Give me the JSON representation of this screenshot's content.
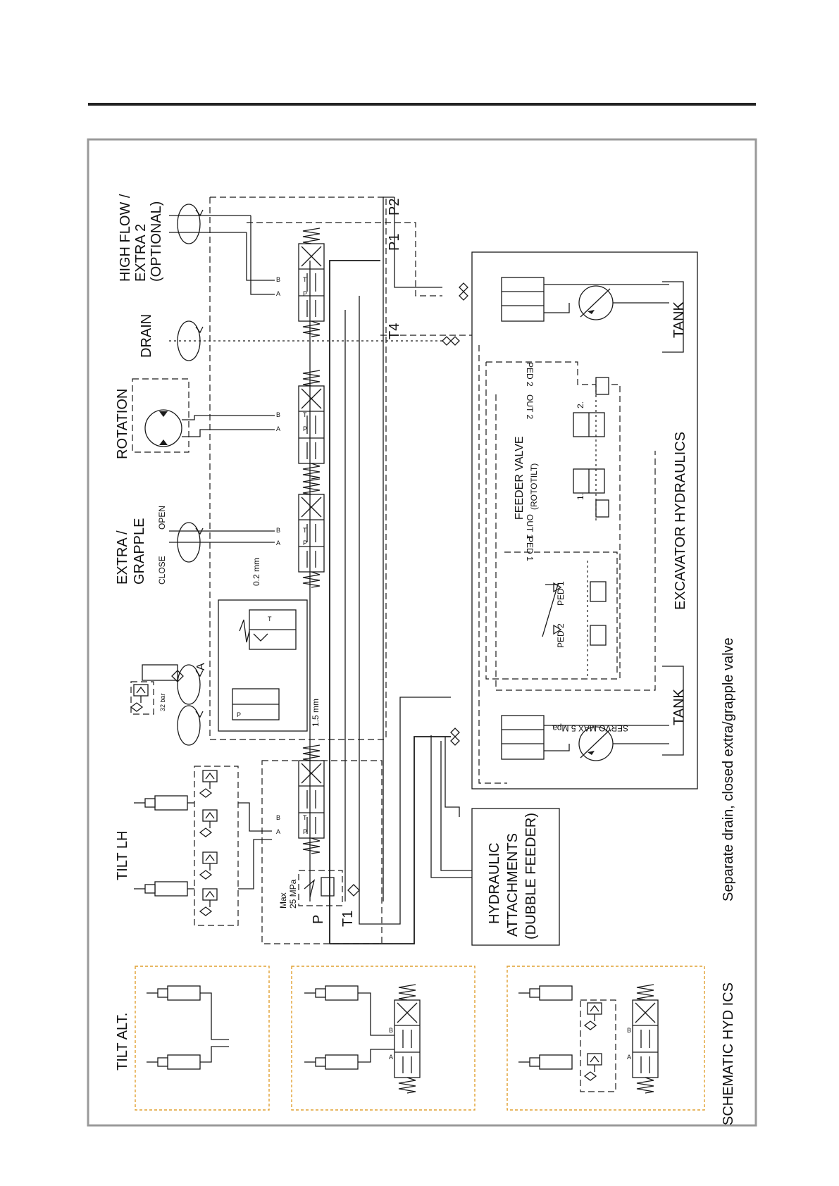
{
  "title": "SCHEMATIC HYD ICS",
  "subtitle": "Separate drain, closed extra/grapple valve",
  "section_labels": {
    "excavator": "EXCAVATOR HYDRAULICS",
    "attachments_1": "HYDRAULIC",
    "attachments_2": "ATTACHMENTS",
    "attachments_3": "(DUBBLE FEEDER)",
    "feeder_1": "FEEDER VALVE",
    "feeder_2": "(ROTOTILT)"
  },
  "functions": {
    "tilt_alt": "TILT ALT.",
    "tilt_lh": "TILT LH",
    "extra_1": "EXTRA /",
    "extra_2": "GRAPPLE",
    "close": "CLOSE",
    "open": "OPEN",
    "rotation": "ROTATION",
    "drain": "DRAIN",
    "highflow_1": "HIGH FLOW /",
    "highflow_2": "EXTRA 2",
    "highflow_3": "(OPTIONAL)"
  },
  "ports": {
    "p": "P",
    "t1": "T1",
    "t4": "T4",
    "p1": "P1",
    "p2": "P2",
    "a": "A",
    "b": "B",
    "port_p": "P",
    "port_t": "T",
    "a_line": "A"
  },
  "specs": {
    "max_pressure_1": "Max",
    "max_pressure_2": "25 MPa",
    "orifice_02": "0.2 mm",
    "orifice_15": "1.5 mm",
    "check_32": "32 bar",
    "servo": "SERVO MAX 5 Mpa"
  },
  "tank_labels": {
    "tank_1": "TANK",
    "tank_2": "TANK"
  },
  "pedals": {
    "ped1": "PED 1",
    "ped2": "PED 2",
    "out1": "OUT 1",
    "out2": "OUT 2",
    "ped1_b": "PED 1",
    "ped2_b": "PED 2",
    "n1": "1.",
    "n2": "2."
  },
  "colors": {
    "line": "#1a1a1a",
    "frame": "#9a9a9a",
    "rule": "#222222",
    "option_box": "#e0a030"
  }
}
